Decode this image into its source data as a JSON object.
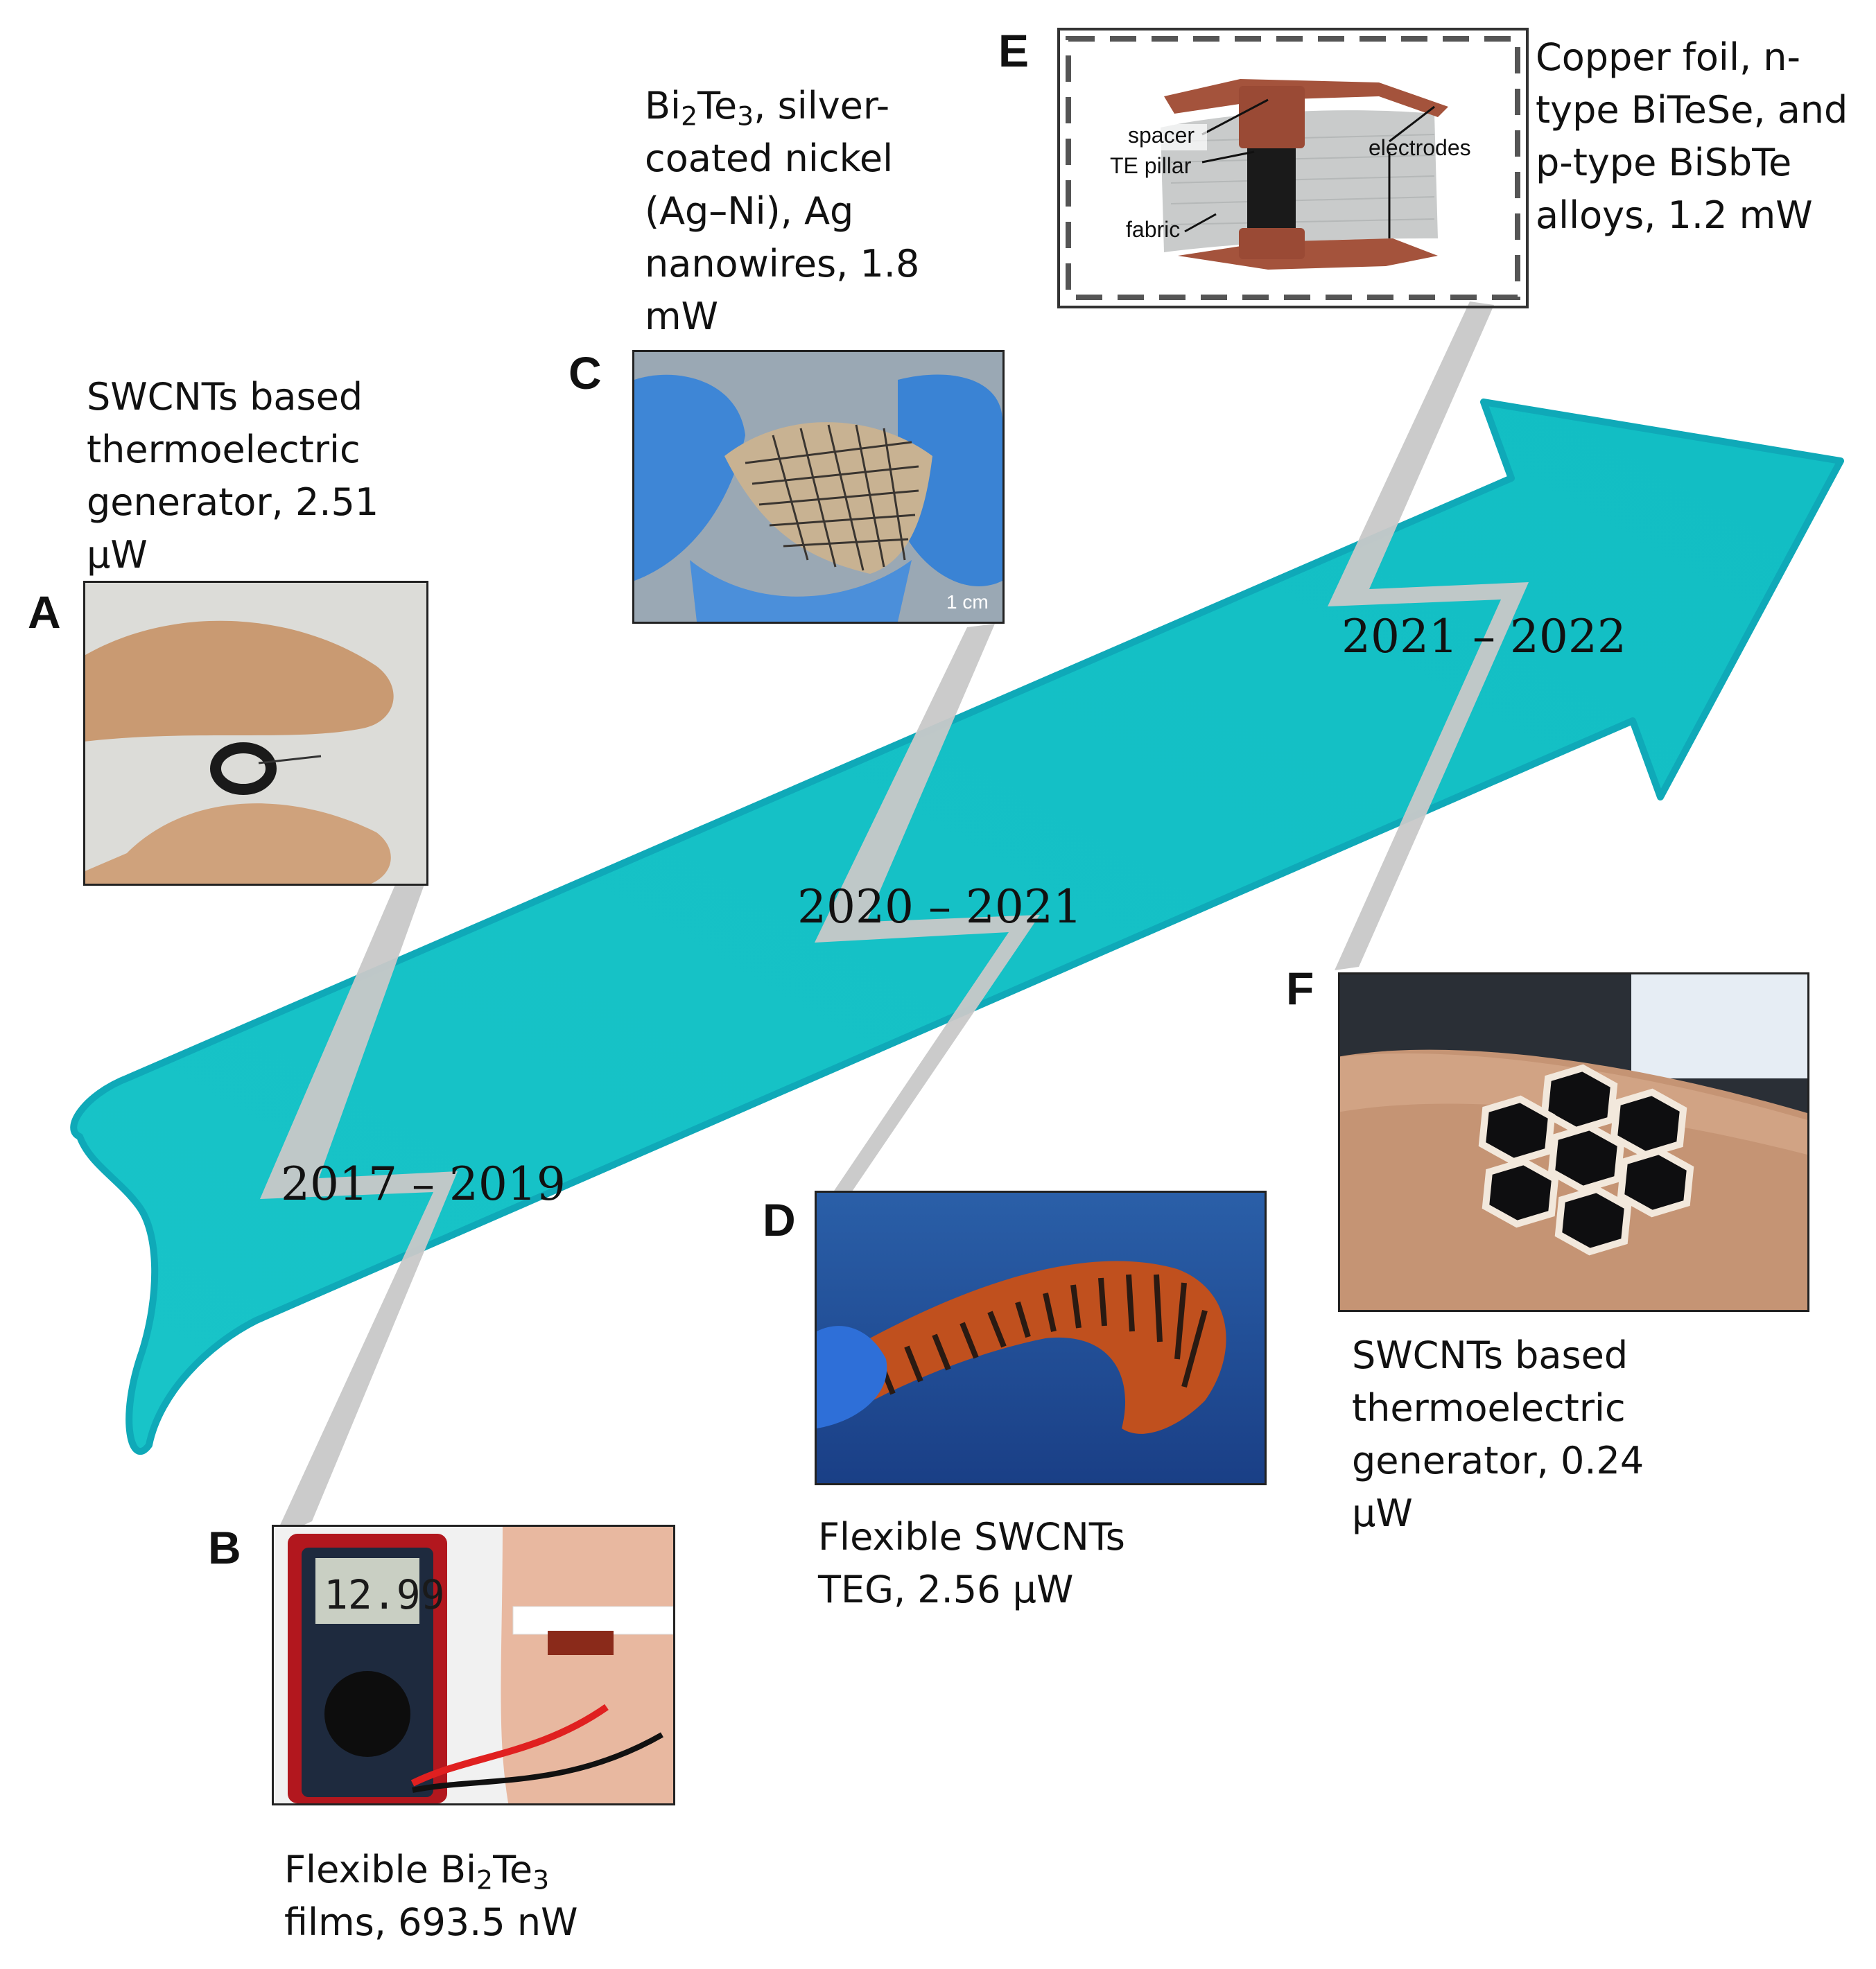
{
  "colors": {
    "arrow_fill": "#16C3C6",
    "arrow_edge": "#0FA9B8",
    "bolt_fill": "#C8C8C8",
    "copper": "#A4533C"
  },
  "timeline": {
    "periods": [
      {
        "label": "2017 – 2019"
      },
      {
        "label": "2020 – 2021"
      },
      {
        "label": "2021 – 2022"
      }
    ]
  },
  "panels": {
    "A": {
      "letter": "A",
      "caption": [
        "SWCNTs based",
        "thermoelectric",
        "generator, 2.51",
        "µW"
      ]
    },
    "B": {
      "letter": "B",
      "caption_line1_pre": "Flexible Bi",
      "caption_line1_sub1": "2",
      "caption_line1_mid": "Te",
      "caption_line1_sub2": "3",
      "caption_line2": "films, 693.5 nW"
    },
    "C": {
      "letter": "C",
      "caption_line1_pre": "Bi",
      "caption_line1_sub1": "2",
      "caption_line1_mid": "Te",
      "caption_line1_sub2": "3",
      "caption_line1_post": ", silver-",
      "caption_rest": [
        "coated nickel",
        "(Ag–Ni), Ag",
        "nanowires,  1.8",
        "mW"
      ],
      "scale_label": "1 cm"
    },
    "D": {
      "letter": "D",
      "caption": [
        "Flexible SWCNTs",
        "TEG, 2.56 µW"
      ]
    },
    "E": {
      "letter": "E",
      "caption": [
        "Copper foil, n-",
        "type BiTeSe, and",
        "p-type BiSbTe",
        "alloys, 1.2 mW"
      ],
      "labels": {
        "spacer": "spacer",
        "te_pillar": "TE pillar",
        "fabric": "fabric",
        "electrodes": "electrodes"
      }
    },
    "F": {
      "letter": "F",
      "caption": [
        "SWCNTs based",
        "thermoelectric",
        "generator, 0.24",
        "µW"
      ]
    }
  },
  "meter_reading": "12.99"
}
